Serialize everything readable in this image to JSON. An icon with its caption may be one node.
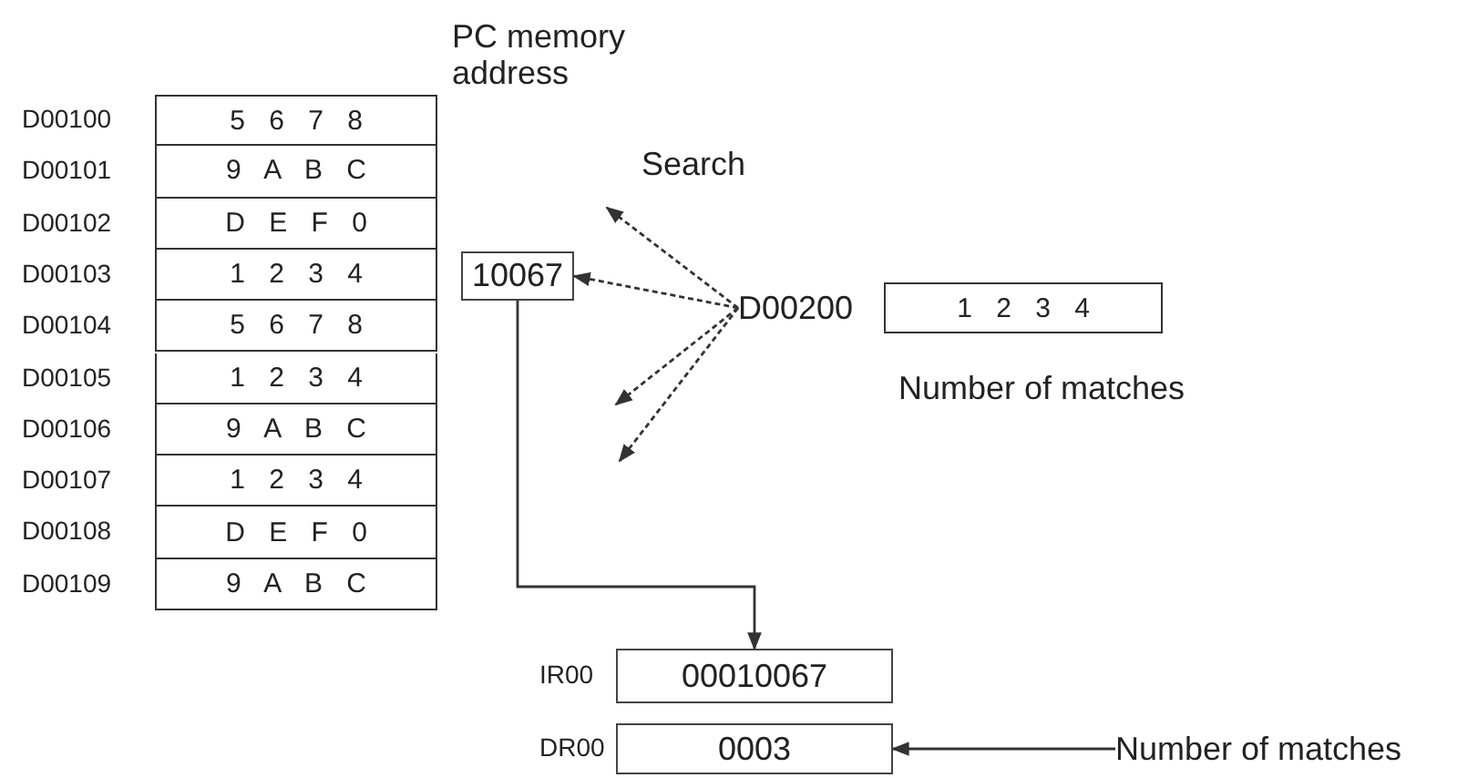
{
  "diagram": {
    "nodes": [
      {
        "text": [
          "5 6 7 8"
        ],
        "beside": [
          "D00100"
        ]
      },
      {
        "text": [
          "9 A B C"
        ],
        "beside": [
          "D00101"
        ]
      },
      {
        "text": [
          "D E F 0"
        ],
        "beside": [
          "D00102"
        ]
      },
      {
        "text": [
          "1 2 3 4"
        ],
        "beside": [
          "D00103"
        ]
      },
      {
        "text": [
          "5 6 7 8"
        ],
        "beside": [
          "D00104"
        ]
      },
      {
        "text": [
          "1 2 3 4"
        ],
        "beside": [
          "D00105"
        ]
      },
      {
        "text": [
          "9 A B C"
        ],
        "beside": [
          "D00106"
        ]
      },
      {
        "text": [
          "1 2 3 4"
        ],
        "beside": [
          "D00107"
        ]
      },
      {
        "text": [
          "D E F 0"
        ],
        "beside": [
          "D00108"
        ]
      },
      {
        "text": [
          "9 A B C"
        ],
        "beside": [
          "D00109"
        ]
      },
      {
        "text": [
          "10067"
        ]
      },
      {
        "text": [
          "D00200"
        ]
      },
      {
        "text": [
          "1 2 3 4"
        ]
      },
      {
        "text": [
          "00010067"
        ],
        "beside": [
          "IR00"
        ]
      },
      {
        "text": [
          "0003"
        ],
        "beside": [
          "DR00"
        ]
      },
      {
        "text": [
          "Number of matches"
        ]
      }
    ],
    "edges": [
      {
        "from": 11,
        "to": null,
        "arrow": "to",
        "style": "dashed"
      },
      {
        "from": 11,
        "to": 10,
        "arrow": "to",
        "style": "dashed"
      },
      {
        "from": 11,
        "to": null,
        "arrow": "to",
        "style": "dashed"
      },
      {
        "from": 11,
        "to": null,
        "arrow": "to",
        "style": "dashed"
      },
      {
        "from": 10,
        "to": 13,
        "arrow": "to"
      },
      {
        "from": 15,
        "to": 14,
        "arrow": "to"
      }
    ],
    "labels": [
      "PC memory address",
      "Search",
      "Number of matches"
    ]
  }
}
